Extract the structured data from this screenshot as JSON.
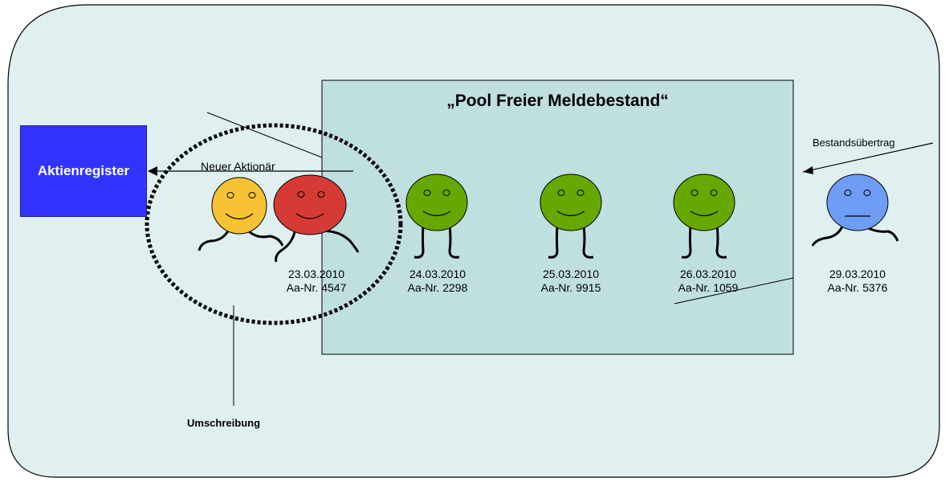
{
  "register_label": "Aktienregister",
  "pool_title": "„Pool Freier Meldebestand“",
  "new_shareholder_label": "Neuer Aktionär",
  "transfer_label": "Bestandsübertrag",
  "rewrite_label": "Umschreibung",
  "faces": [
    {
      "color": "#f7c234",
      "mood": "smile"
    },
    {
      "color": "#d63a34",
      "mood": "smile",
      "date": "23.03.2010",
      "number": "Aa-Nr. 4547"
    },
    {
      "color": "#66a800",
      "mood": "smile",
      "date": "24.03.2010",
      "number": "Aa-Nr. 2298"
    },
    {
      "color": "#66a800",
      "mood": "smile",
      "date": "25.03.2010",
      "number": "Aa-Nr. 9915"
    },
    {
      "color": "#66a800",
      "mood": "smile",
      "date": "26.03.2010",
      "number": "Aa-Nr. 1059"
    },
    {
      "color": "#6f9cf5",
      "mood": "neutral",
      "date": "29.03.2010",
      "number": "Aa-Nr. 5376"
    }
  ],
  "colors": {
    "background_panel": "#e0f0f0",
    "pool_area": "#c0e0e0",
    "register_box": "#3333ff"
  }
}
